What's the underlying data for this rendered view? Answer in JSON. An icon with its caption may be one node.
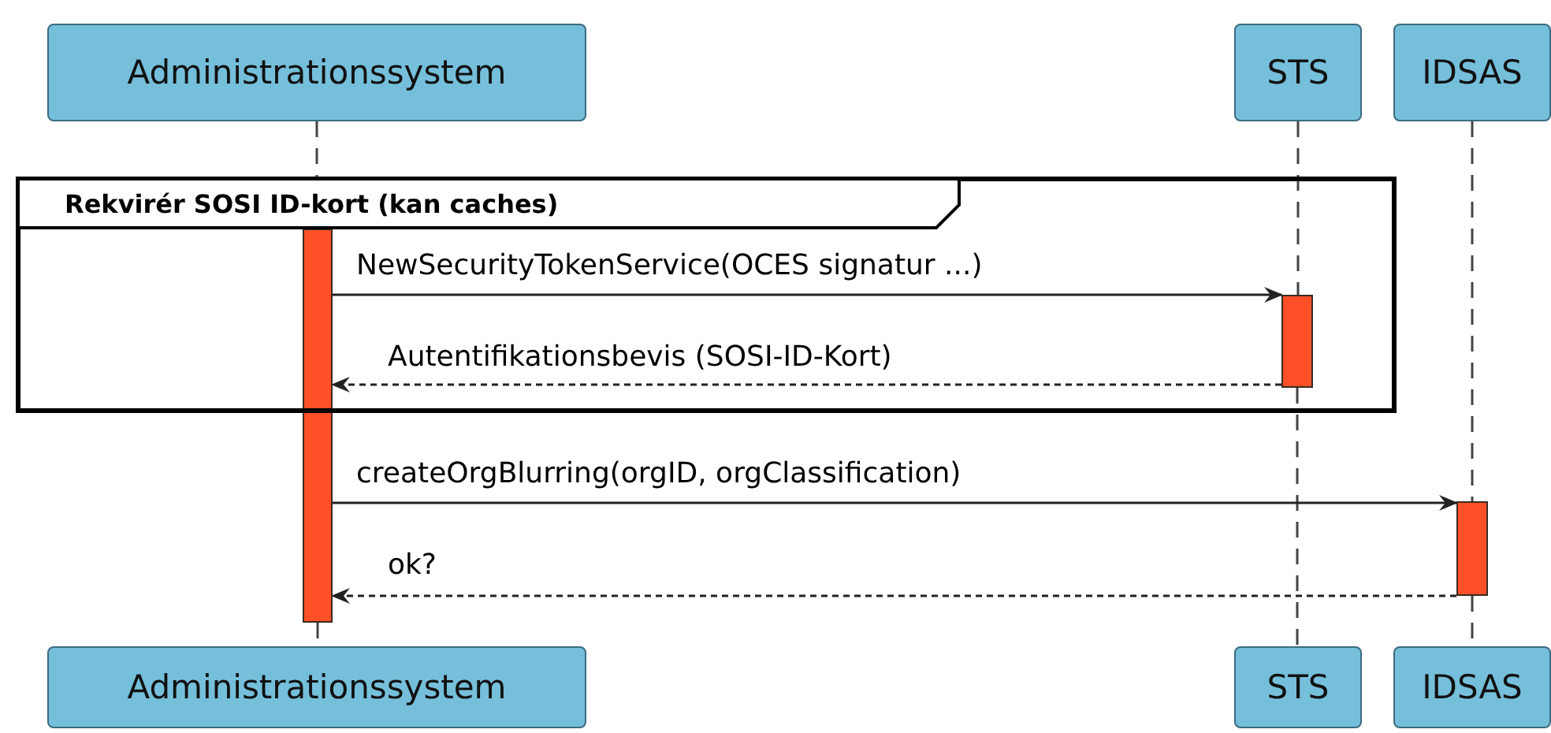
{
  "diagram": {
    "nodes": [
      {
        "text": [
          "Administrationssystem"
        ]
      },
      {
        "text": [
          "STS"
        ]
      },
      {
        "text": [
          "IDSAS"
        ]
      },
      {
        "text": [
          "Rekvirér SOSI ID-kort (kan caches)"
        ]
      },
      {
        "text": [],
        "shape": "bar"
      },
      {
        "text": [],
        "shape": "bar",
        "in": 3
      },
      {
        "text": [],
        "shape": "bar"
      },
      {
        "text": [
          "Administrationssystem"
        ]
      },
      {
        "text": [
          "STS"
        ]
      },
      {
        "text": [
          "IDSAS"
        ]
      }
    ],
    "edges": [
      {
        "from": 0,
        "to": 4,
        "arrow": "none",
        "style": "dashed"
      },
      {
        "from": 4,
        "to": 7,
        "arrow": "none",
        "style": "dashed"
      },
      {
        "from": 1,
        "to": 5,
        "arrow": "none",
        "style": "dashed"
      },
      {
        "from": 5,
        "to": 8,
        "arrow": "none",
        "style": "dashed"
      },
      {
        "from": 2,
        "to": 6,
        "arrow": "none",
        "style": "dashed"
      },
      {
        "from": 6,
        "to": 9,
        "arrow": "none",
        "style": "dashed"
      },
      {
        "from": 4,
        "to": 5,
        "arrow": "to",
        "label": "NewSecurityTokenService(OCES signatur ...)"
      },
      {
        "from": 5,
        "to": 4,
        "arrow": "to",
        "style": "dashed",
        "label": "Autentifikationsbevis (SOSI-ID-Kort)"
      },
      {
        "from": 4,
        "to": 6,
        "arrow": "to",
        "label": "createOrgBlurring(orgID, orgClassification)"
      },
      {
        "from": 6,
        "to": 4,
        "arrow": "to",
        "style": "dashed",
        "label": "ok?"
      }
    ]
  }
}
